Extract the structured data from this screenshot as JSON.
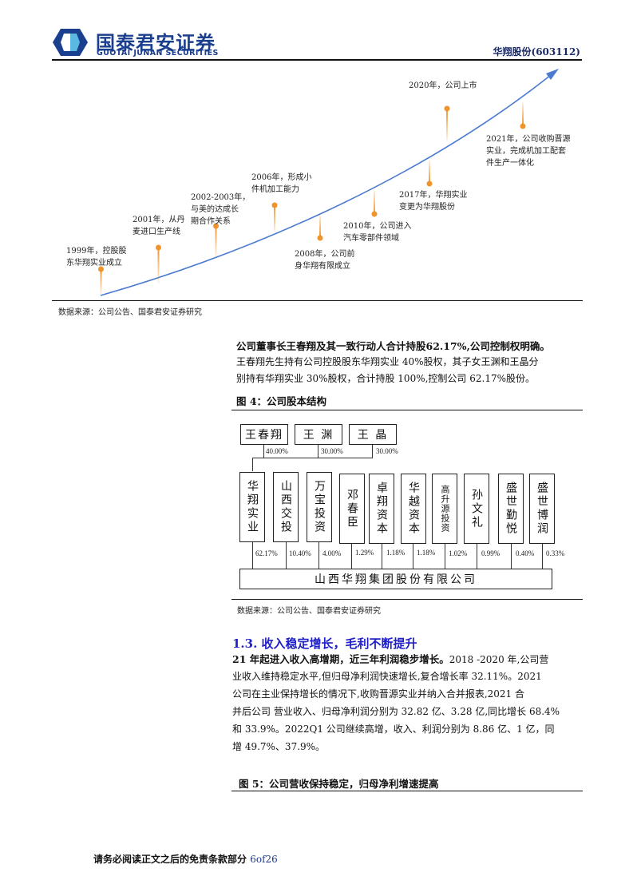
{
  "header": {
    "logo_cn": "国泰君安证券",
    "logo_en": "GUOTAI JUNAN SECURITIES",
    "stock_tag": "华翔股份(603112)",
    "colors": {
      "brand_dark": "#1b3f8f",
      "brand_light": "#5bb8e0"
    }
  },
  "timeline": {
    "colors": {
      "curve": "#4a7bd0",
      "pin": "#f0932b"
    },
    "events": [
      {
        "label": "1999年，控股股\n东华翔实业成立"
      },
      {
        "label": "2001年，从丹\n麦进口生产线"
      },
      {
        "label": "2002-2003年，\n与美的达成长\n期合作关系"
      },
      {
        "label": "2006年，形成小\n件机加工能力"
      },
      {
        "label": "2008年，公司前\n身华翔有限成立"
      },
      {
        "label": "2010年，公司进入\n汽车零部件领域"
      },
      {
        "label": "2017年，华翔实业\n变更为华翔股份"
      },
      {
        "label": "2020年，公司上市"
      },
      {
        "label": "2021年，公司收购晋源\n实业，完成机加工配套\n件生产一体化"
      }
    ],
    "source": "数据来源：公司公告、国泰君安证券研究"
  },
  "ownership": {
    "lead": "公司董事长王春翔及其一致行动人合计持股62.17%,公司控制权明确。",
    "body_line1": "王春翔先生持有公司控股股东华翔实业 40%股权，其子女王渊和王晶分",
    "body_line2": "别持有华翔实业 30%股权，合计持股 100%,控制公司 62.17%股份。",
    "figure_title": "图 4：公司股本结构",
    "owners": [
      {
        "name": "王春翔",
        "pct": "40.00%"
      },
      {
        "name": "王 渊",
        "pct": "30.00%"
      },
      {
        "name": "王 晶",
        "pct": "30.00%"
      }
    ],
    "shareholders": [
      {
        "name": "华翔实业",
        "pct": "62.17%"
      },
      {
        "name": "山西交投",
        "pct": "10.40%"
      },
      {
        "name": "万宝投资",
        "pct": "4.00%"
      },
      {
        "name": "邓春臣",
        "pct": "1.29%"
      },
      {
        "name": "卓翔资本",
        "pct": "1.18%"
      },
      {
        "name": "华越资本",
        "pct": "1.18%"
      },
      {
        "name": "高升源投资",
        "pct": "1.02%"
      },
      {
        "name": "孙文礼",
        "pct": "0.99%"
      },
      {
        "name": "盛世勤悦",
        "pct": "0.40%"
      },
      {
        "name": "盛世博润",
        "pct": "0.33%"
      }
    ],
    "company": "山西华翔集团股份有限公司",
    "source": "数据来源：公司公告、国泰君安证券研究"
  },
  "section_1_3": {
    "heading": "1.3.   收入稳定增长，毛利不断提升",
    "lead": "21 年起进入收入高增期，近三年利润稳步增长。",
    "line1_rest": "2018 -2020 年,公司营",
    "line2": "业收入维持稳定水平,但归母净利润快速增长,复合增长率 32.11%。2021",
    "line3": "公司在主业保持增长的情况下,收购晋源实业并纳入合并报表,2021  合",
    "line4": "并后公司 营业收入、归母净利润分别为 32.82 亿、3.28 亿,同比增长 68.4%",
    "line5": "和 33.9%。2022Q1 公司继续高增，收入、利润分别为 8.86 亿、1 亿，同",
    "line6": "增 49.7%、37.9%。",
    "figure_title": "图 5：公司营收保持稳定，归母净利增速提高"
  },
  "footer": {
    "disclaimer": "请务必阅读正文之后的免责条款部分",
    "page": "6of26"
  }
}
